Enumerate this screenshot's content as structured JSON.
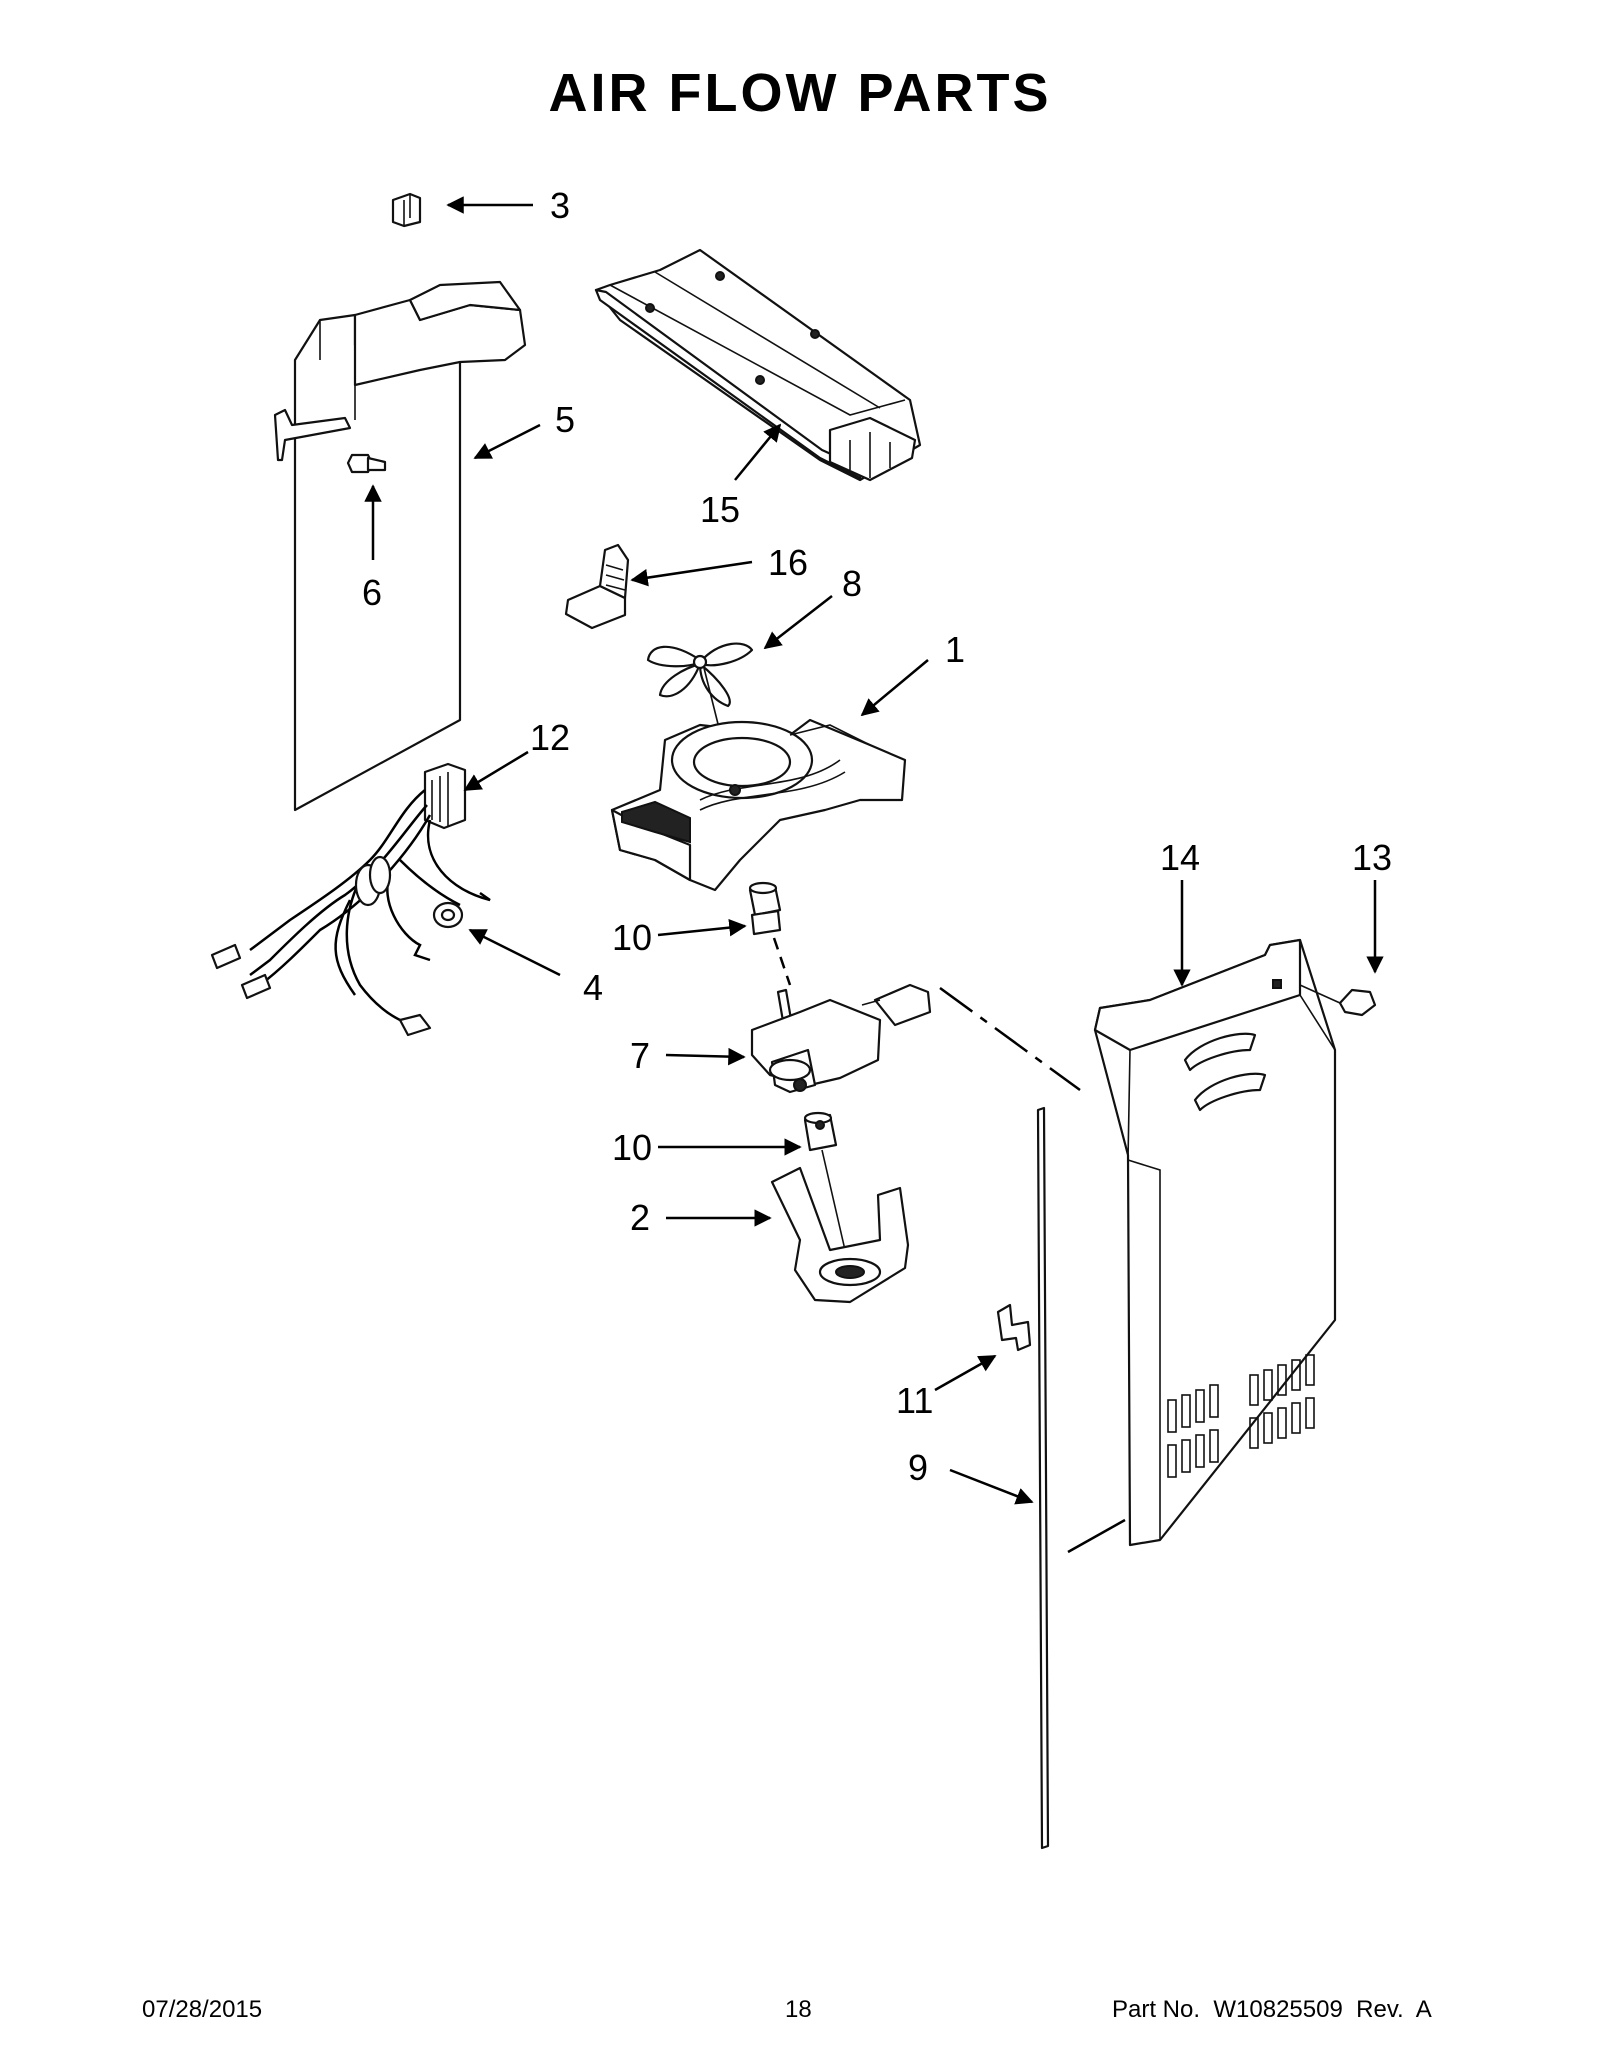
{
  "page": {
    "title": "AIR FLOW PARTS",
    "footer_date": "07/28/2015",
    "page_number": "18",
    "part_number": "Part No.  W10825509  Rev.  A"
  },
  "callouts": {
    "c1": "1",
    "c2": "2",
    "c3": "3",
    "c4": "4",
    "c5": "5",
    "c6": "6",
    "c7": "7",
    "c8": "8",
    "c9": "9",
    "c10a": "10",
    "c10b": "10",
    "c11": "11",
    "c12": "12",
    "c13": "13",
    "c14": "14",
    "c15": "15",
    "c16": "16"
  }
}
